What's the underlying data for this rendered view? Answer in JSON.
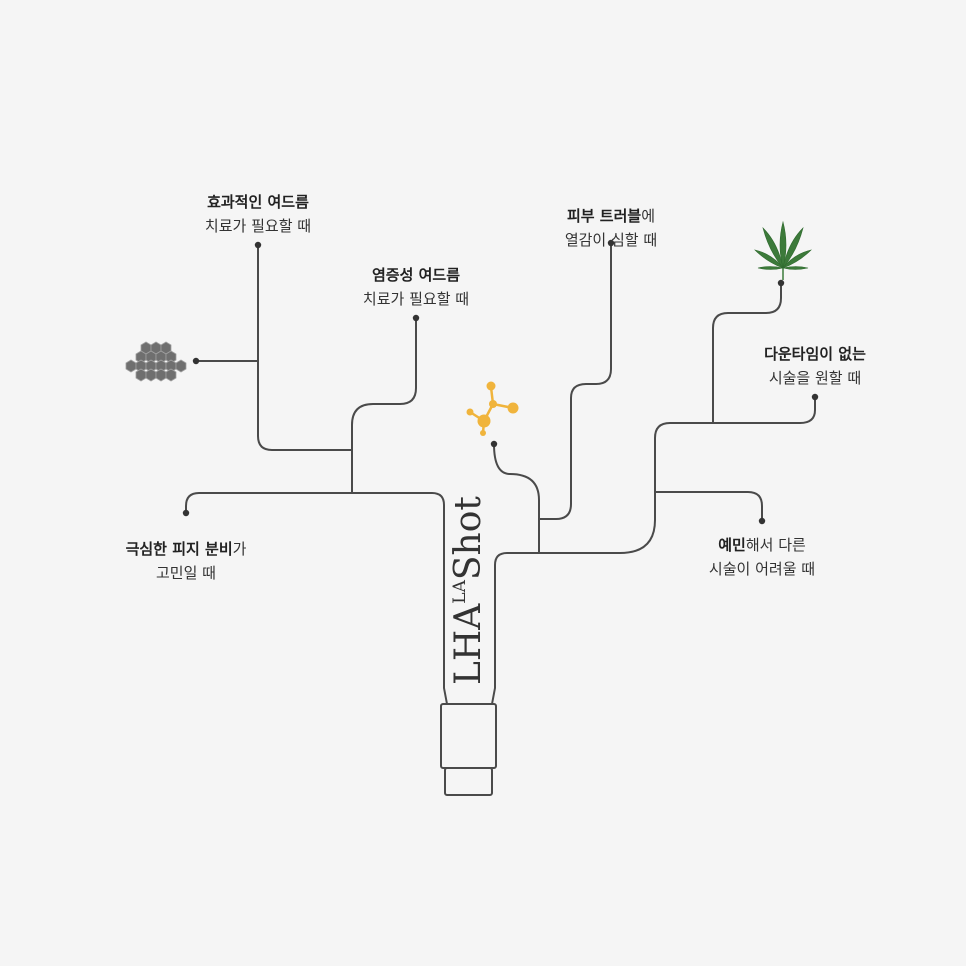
{
  "brand": {
    "main_a": "LHA",
    "sup": "LA",
    "main_b": "Shot"
  },
  "labels": {
    "effective_acne": {
      "bold": "효과적인 여드름",
      "rest": "",
      "line2": "치료가 필요할 때"
    },
    "inflammatory_acne": {
      "bold": "염증성 여드름",
      "rest": "",
      "line2": "치료가 필요할 때"
    },
    "skin_trouble": {
      "bold": "피부 트러블",
      "rest": "에",
      "line2": "열감이 심할 때"
    },
    "no_downtime": {
      "bold": "다운타임이 없는",
      "rest": "",
      "line2": "시술을 원할 때"
    },
    "sebum": {
      "bold": "극심한 피지 분비",
      "rest": "가",
      "line2": "고민일 때"
    },
    "sensitive": {
      "bold": "예민",
      "rest": "해서 다른",
      "line2": "시술이 어려울 때"
    }
  },
  "icons": [
    "honeycomb-icon",
    "molecule-icon",
    "cannabis-leaf-icon"
  ],
  "colors": {
    "line": "#4a4a4a",
    "honeycomb": "#6f6f6f",
    "molecule": "#f0b43c",
    "leaf": "#3c7a3a",
    "background": "#f5f5f5"
  }
}
